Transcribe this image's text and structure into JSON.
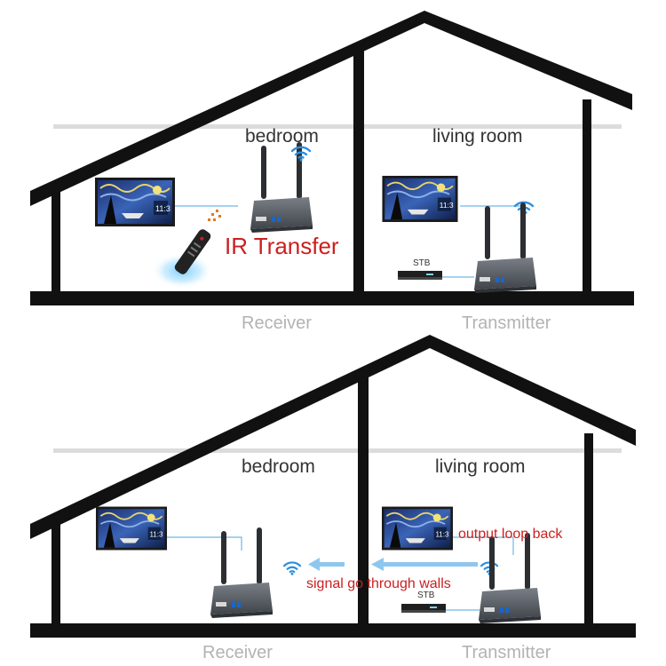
{
  "top_scene": {
    "bedroom_label": "bedroom",
    "living_room_label": "living room",
    "ir_label": "IR Transfer",
    "stb_label": "STB",
    "receiver_label": "Receiver",
    "transmitter_label": "Transmitter"
  },
  "bottom_scene": {
    "bedroom_label": "bedroom",
    "living_room_label": "living room",
    "loop_label": "output loop back",
    "signal_label": "signal go through walls",
    "stb_label": "STB",
    "receiver_label": "Receiver",
    "transmitter_label": "Transmitter"
  },
  "colors": {
    "wall": "#111111",
    "label_red": "#cc1f1f",
    "role_gray": "#b3b3b3",
    "signal_blue": "#2a8ee0",
    "device_body": "#5b5f66"
  },
  "icons": [
    "wifi-icon",
    "remote-control-icon",
    "tv-icon",
    "antenna-icon"
  ]
}
